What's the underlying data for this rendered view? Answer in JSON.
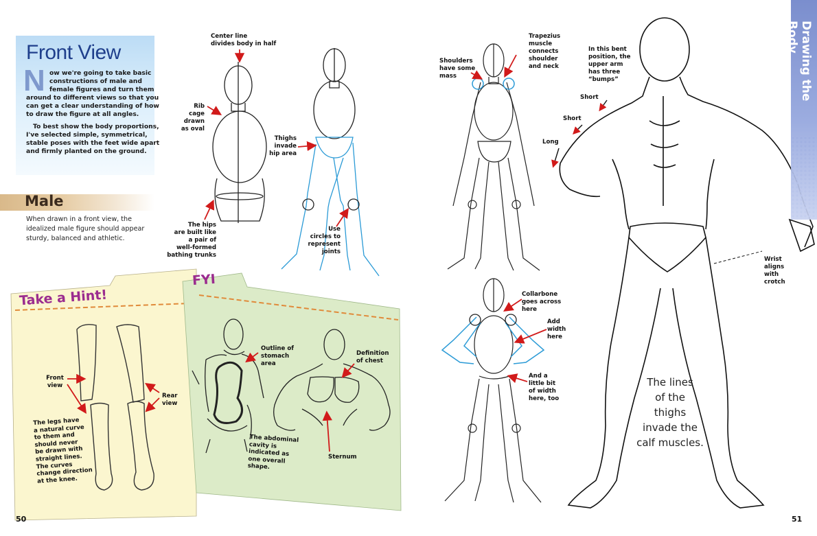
{
  "intro": {
    "title": "Front View",
    "dropcap": "N",
    "paragraph_lines": [
      "ow we're going to take basic",
      "constructions of male and",
      "female figures and turn them",
      "around to different views so that you",
      "can get a clear understanding of how",
      "to draw the figure at all angles."
    ],
    "paragraph2_lines": [
      "To best show the body proportions,",
      "I've selected simple, symmetrical,",
      "stable poses with the feet wide apart",
      "and firmly planted on the ground."
    ]
  },
  "male": {
    "heading": "Male",
    "text": "When drawn in a front view, the idealized male figure should appear sturdy, balanced and athletic."
  },
  "callouts": {
    "center_line": [
      "Center line",
      "divides body in half"
    ],
    "rib_cage": [
      "Rib",
      "cage",
      "drawn",
      "as oval"
    ],
    "hips": [
      "The hips",
      "are built like",
      "a pair of",
      "well-formed",
      "bathing trunks"
    ],
    "thighs": [
      "Thighs",
      "invade",
      "hip area"
    ],
    "circles": [
      "Use",
      "circles to",
      "represent",
      "joints"
    ],
    "shoulders": [
      "Shoulders",
      "have some",
      "mass"
    ],
    "trapezius": [
      "Trapezius",
      "muscle",
      "connects",
      "shoulder",
      "and neck"
    ],
    "collarbone": [
      "Collarbone",
      "goes across",
      "here"
    ],
    "add_width": [
      "Add",
      "width",
      "here"
    ],
    "little_bit": [
      "And a",
      "little bit",
      "of width",
      "here, too"
    ],
    "bent_arm": [
      "In this bent",
      "position, the",
      "upper arm",
      "has three",
      "“bumps”"
    ],
    "short1": "Short",
    "short2": "Short",
    "long": "Long",
    "wrist": [
      "Wrist",
      "aligns",
      "with",
      "crotch"
    ]
  },
  "hint": {
    "title": "Take a Hint!",
    "front": [
      "Front",
      "view"
    ],
    "rear": [
      "Rear",
      "view"
    ],
    "text": [
      "The legs have",
      "a natural curve",
      "to them and",
      "should never",
      "be drawn with",
      "straight lines.",
      "The curves",
      "change direction",
      "at the knee."
    ]
  },
  "fyi": {
    "title": "FYI",
    "stomach": [
      "Outline of",
      "stomach",
      "area"
    ],
    "chest": [
      "Definition",
      "of chest"
    ],
    "abdominal": [
      "The abdominal",
      "cavity is",
      "indicated as",
      "one overall",
      "shape."
    ],
    "sternum": "Sternum"
  },
  "quote_lines": [
    "The lines",
    "of the",
    "thighs",
    "invade the",
    "calf muscles."
  ],
  "side_tab": "Drawing the Body",
  "page_left": "50",
  "page_right": "51",
  "colors": {
    "accent_blue": "#1f3f8c",
    "arrow_red": "#d11a1a",
    "figure_blue": "#2a9ad6",
    "hint_bg": "#fbf6cf",
    "fyi_bg": "#dcebc8",
    "purple": "#9b2c8f"
  }
}
